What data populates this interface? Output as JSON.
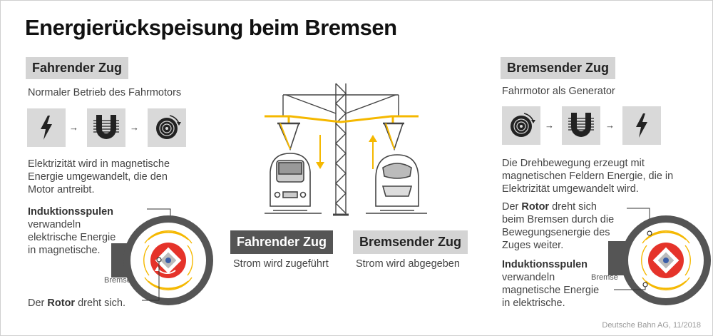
{
  "title": "Energierückspeisung beim Bremsen",
  "left": {
    "header": "Fahrender Zug",
    "subtitle": "Normaler Betrieb des Fahrmotors",
    "paragraph_lines": [
      "Elektrizität wird in magnetische",
      "Energie umgewandelt, die den",
      "Motor antreibt."
    ],
    "coils_bold": "Induktionsspulen",
    "coils_lines": [
      "verwandeln",
      "elektrische Energie",
      "in magnetische."
    ],
    "brake_label": "Bremse",
    "rotor_pre": "Der ",
    "rotor_bold": "Rotor",
    "rotor_post": " dreht sich."
  },
  "middle": {
    "left_header": "Fahrender Zug",
    "left_caption": "Strom wird zugeführt",
    "right_header": "Bremsender Zug",
    "right_caption": "Strom wird abgegeben"
  },
  "right": {
    "header": "Bremsender Zug",
    "subtitle": "Fahrmotor als Generator",
    "paragraph_lines": [
      "Die Drehbewegung erzeugt mit",
      "magnetischen Feldern Energie, die in",
      "Elektrizität umgewandelt wird."
    ],
    "rotor_line1_pre": "Der ",
    "rotor_bold": "Rotor",
    "rotor_line1_post": " dreht sich",
    "rotor_lines": [
      "beim Bremsen durch die",
      "Bewegungsenergie des",
      "Zuges weiter."
    ],
    "coils_bold": "Induktionsspulen",
    "coils_lines": [
      "verwandeln",
      "magnetische Energie",
      "in elektrische."
    ],
    "brake_label": "Bremse"
  },
  "source": "Deutsche Bahn AG, 11/2018",
  "icons": [
    "lightning-icon",
    "magnet-coil-icon",
    "rotating-motor-icon",
    "arrow-right-icon",
    "pantograph-icon",
    "catenary-mast-icon",
    "regional-train-icon",
    "ice-train-icon",
    "motor-cross-section-icon"
  ],
  "colors": {
    "accent_yellow": "#f5b800",
    "rotor_red": "#e5332a",
    "stator_gray": "#555555",
    "header_gray": "#d4d4d4"
  }
}
